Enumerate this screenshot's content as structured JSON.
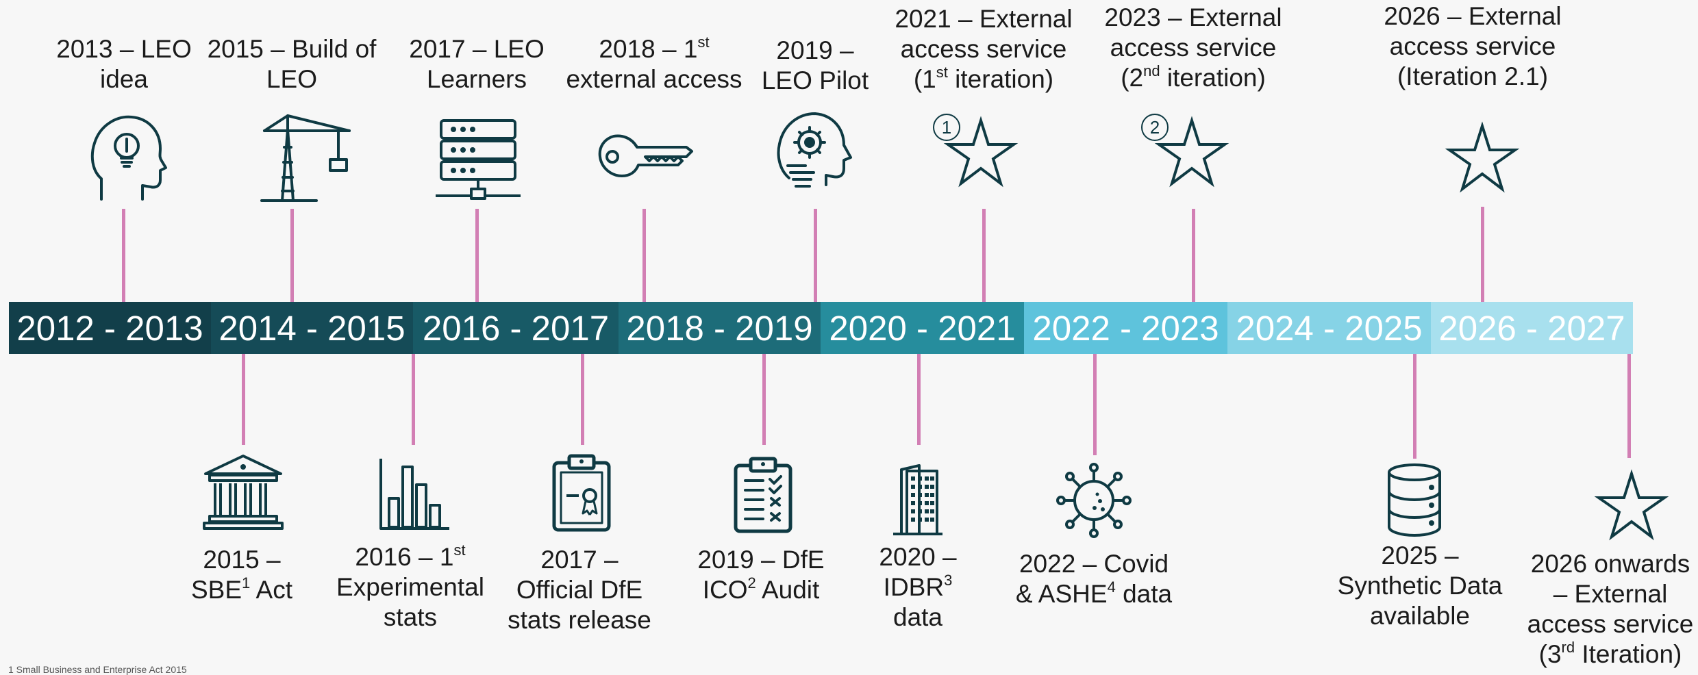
{
  "colors": {
    "background": "#f7f7f7",
    "connector": "#d27fb4",
    "icon": "#0f3a43"
  },
  "periods": [
    {
      "label": "2012 - 2013",
      "color": "#123f4a"
    },
    {
      "label": "2014 - 2015",
      "color": "#154b57"
    },
    {
      "label": "2016 - 2017",
      "color": "#185a66"
    },
    {
      "label": "2018 - 2019",
      "color": "#1d6c79"
    },
    {
      "label": "2020 - 2021",
      "color": "#268d9d"
    },
    {
      "label": "2022 - 2023",
      "color": "#5ec3dc"
    },
    {
      "label": "2024 - 2025",
      "color": "#86d3e6"
    },
    {
      "label": "2026 - 2027",
      "color": "#a8e0ee"
    }
  ],
  "top_milestones": [
    {
      "id": "leo-idea",
      "icon": "head-lightbulb-icon",
      "lines": [
        "2013 – LEO",
        "idea"
      ]
    },
    {
      "id": "build-leo",
      "icon": "crane-icon",
      "lines": [
        "2015 – Build of",
        "LEO"
      ]
    },
    {
      "id": "leo-learners",
      "icon": "server-icon",
      "lines": [
        "2017 – LEO",
        "Learners"
      ]
    },
    {
      "id": "first-external-access",
      "icon": "key-icon",
      "lines": [
        "2018 – 1",
        "st",
        "external access"
      ]
    },
    {
      "id": "leo-pilot",
      "icon": "head-gear-icon",
      "lines": [
        "2019 –",
        "LEO Pilot"
      ]
    },
    {
      "id": "eas-iteration-1",
      "icon": "star-icon",
      "badge": "1",
      "lines": [
        "2021 – External",
        "access service",
        "(1",
        "st",
        " iteration)"
      ]
    },
    {
      "id": "eas-iteration-2",
      "icon": "star-icon",
      "badge": "2",
      "lines": [
        "2023 – External",
        "access service",
        "(2",
        "nd",
        " iteration)"
      ]
    },
    {
      "id": "eas-iteration-2-1",
      "icon": "star-icon",
      "lines": [
        "2026 – External",
        "access service",
        "(Iteration 2.1)"
      ]
    }
  ],
  "bottom_milestones": [
    {
      "id": "sbe-act",
      "icon": "bank-icon",
      "lines": [
        "2015 –",
        "SBE",
        "1",
        " Act"
      ]
    },
    {
      "id": "experimental-stats",
      "icon": "bar-chart-icon",
      "lines": [
        "2016 – 1",
        "st",
        "Experimental",
        "stats"
      ]
    },
    {
      "id": "official-release",
      "icon": "clipboard-certificate-icon",
      "lines": [
        "2017 –",
        "Official DfE",
        "stats release"
      ]
    },
    {
      "id": "ico-audit",
      "icon": "clipboard-checklist-icon",
      "lines": [
        "2019 – DfE",
        "ICO",
        "2",
        " Audit"
      ]
    },
    {
      "id": "idbr-data",
      "icon": "building-icon",
      "lines": [
        "2020 –",
        "IDBR",
        "3",
        "data"
      ]
    },
    {
      "id": "covid-ashe",
      "icon": "virus-icon",
      "lines": [
        "2022 – Covid",
        "& ASHE",
        "4",
        " data"
      ]
    },
    {
      "id": "synthetic-data",
      "icon": "database-icon",
      "lines": [
        "2025 –",
        "Synthetic Data",
        "available"
      ]
    },
    {
      "id": "eas-iteration-3",
      "icon": "star-icon",
      "lines": [
        "2026 onwards",
        "– External",
        "access service",
        "(3",
        "rd",
        " Iteration)"
      ]
    }
  ],
  "footnote": "1 Small Business and Enterprise Act 2015"
}
